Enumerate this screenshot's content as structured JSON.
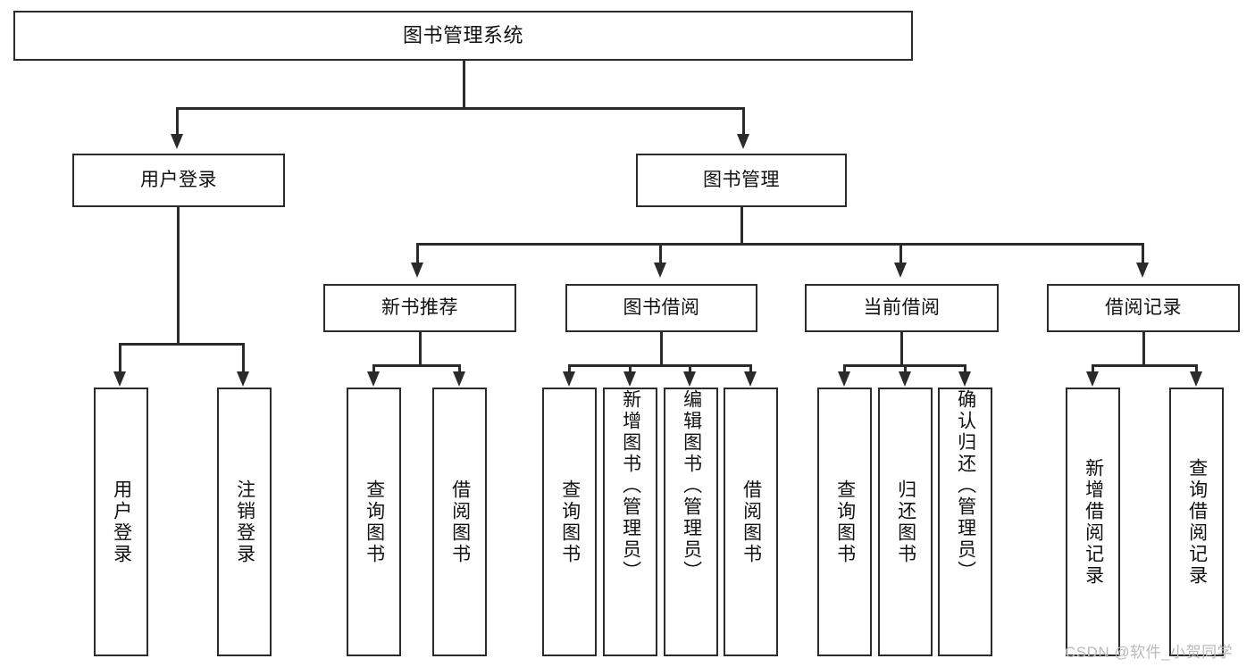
{
  "diagram": {
    "type": "tree",
    "title": "图书管理系统",
    "watermark": "CSDN @软件_小贺同学",
    "accent_color": "#2b2b2b",
    "background_color": "#ffffff",
    "nodes": {
      "root": {
        "label": "图书管理系统"
      },
      "level2": [
        {
          "id": "user-login",
          "label": "用户登录"
        },
        {
          "id": "book-manage",
          "label": "图书管理"
        }
      ],
      "level3": [
        {
          "id": "new-book-recommend",
          "label": "新书推荐"
        },
        {
          "id": "book-borrow",
          "label": "图书借阅"
        },
        {
          "id": "current-borrow",
          "label": "当前借阅"
        },
        {
          "id": "borrow-record",
          "label": "借阅记录"
        }
      ],
      "leaves": {
        "user_login": [
          {
            "id": "leaf-user-login",
            "label": "用户登录"
          },
          {
            "id": "leaf-logout-login",
            "label": "注销登录"
          }
        ],
        "new_book_recommend": [
          {
            "id": "leaf-query-book-1",
            "label": "查询图书"
          },
          {
            "id": "leaf-borrow-book-1",
            "label": "借阅图书"
          }
        ],
        "book_borrow": [
          {
            "id": "leaf-query-book-2",
            "label": "查询图书"
          },
          {
            "id": "leaf-add-book",
            "label": "新增图书（管理员）"
          },
          {
            "id": "leaf-edit-book",
            "label": "编辑图书（管理员）"
          },
          {
            "id": "leaf-borrow-book-2",
            "label": "借阅图书"
          }
        ],
        "current_borrow": [
          {
            "id": "leaf-query-book-3",
            "label": "查询图书"
          },
          {
            "id": "leaf-return-book",
            "label": "归还图书"
          },
          {
            "id": "leaf-confirm-return",
            "label": "确认归还（管理员）"
          }
        ],
        "borrow_record": [
          {
            "id": "leaf-add-record",
            "label": "新增借阅记录"
          },
          {
            "id": "leaf-query-record",
            "label": "查询借阅记录"
          }
        ]
      }
    }
  }
}
